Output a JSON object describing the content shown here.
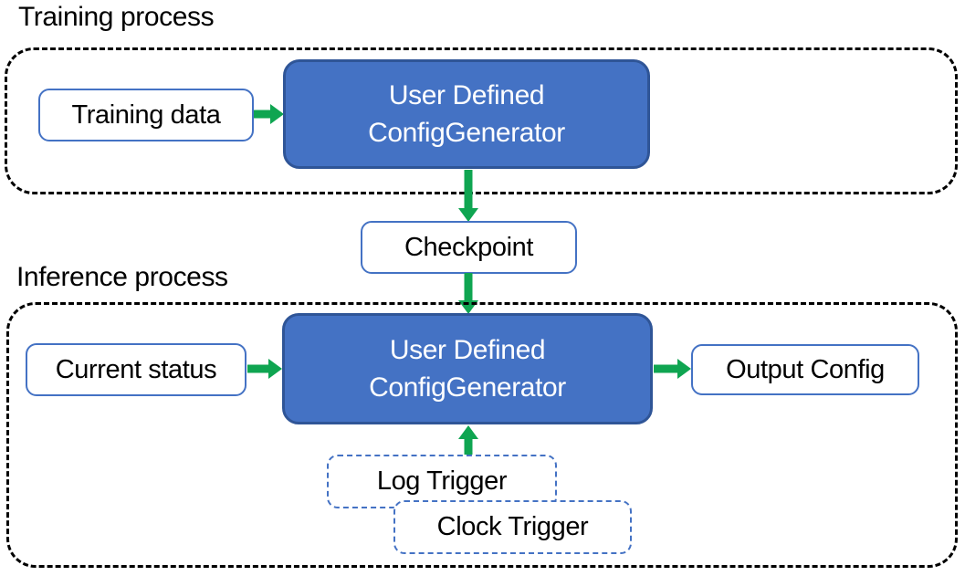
{
  "diagram": {
    "training": {
      "label": "Training process",
      "input_label": "Training data",
      "generator": {
        "line1": "User Defined",
        "line2": "ConfigGenerator"
      }
    },
    "checkpoint_label": "Checkpoint",
    "inference": {
      "label": "Inference process",
      "input_label": "Current status",
      "generator": {
        "line1": "User Defined",
        "line2": "ConfigGenerator"
      },
      "output_label": "Output Config",
      "triggers": {
        "log": "Log Trigger",
        "clock": "Clock Trigger"
      }
    },
    "colors": {
      "generator_fill": "#4472C4",
      "generator_border": "#2F5597",
      "box_border": "#4472C4",
      "arrow_green": "#0FA551",
      "container_dash": "#000000"
    }
  }
}
